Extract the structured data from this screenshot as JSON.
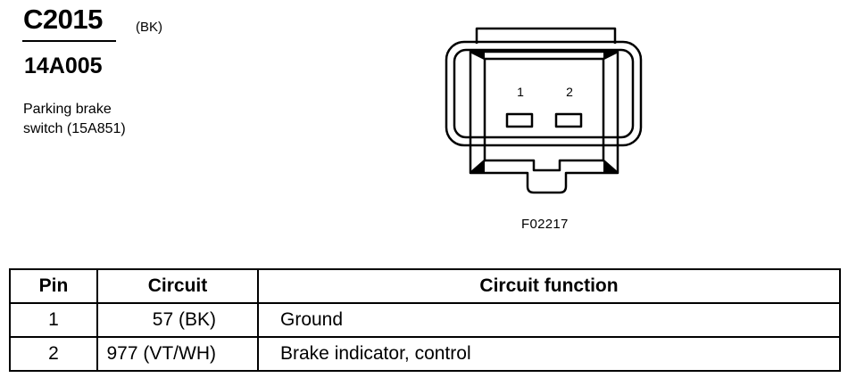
{
  "connector": {
    "id": "C2015",
    "color": "(BK)",
    "part_number": "14A005",
    "description_lines": [
      "Parking brake",
      "switch (15A851)"
    ]
  },
  "diagram": {
    "pin_labels": [
      "1",
      "2"
    ],
    "figure_code": "F02217"
  },
  "table": {
    "headers": [
      "Pin",
      "Circuit",
      "Circuit function"
    ],
    "rows": [
      {
        "pin": "1",
        "circuit": "57 (BK)",
        "function": "Ground"
      },
      {
        "pin": "2",
        "circuit": "977 (VT/WH)",
        "function": "Brake indicator, control"
      }
    ]
  }
}
